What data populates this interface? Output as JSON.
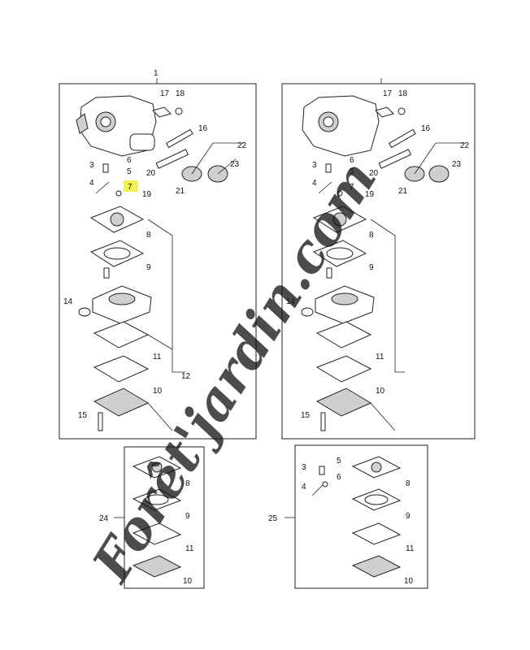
{
  "watermark": {
    "text": "Forêt'jardin.com",
    "colors": {
      "green": "#b8d98a",
      "orange": "#f2c27a",
      "accent": "#e8e070"
    }
  },
  "highlight": {
    "label": "7",
    "color": "#f2f25a"
  },
  "panel_left": {
    "header": "1",
    "labels": [
      "17",
      "18",
      "16",
      "22",
      "3",
      "6",
      "5",
      "20",
      "23",
      "4",
      "19",
      "21",
      "8",
      "9",
      "14",
      "11",
      "12",
      "10",
      "15"
    ]
  },
  "panel_right": {
    "labels": [
      "17",
      "18",
      "16",
      "22",
      "3",
      "6",
      "5",
      "20",
      "23",
      "4",
      "7",
      "19",
      "21",
      "8",
      "9",
      "14",
      "11",
      "10",
      "15"
    ]
  },
  "kit_24": {
    "header": "24",
    "labels": [
      "8",
      "9",
      "11",
      "10"
    ]
  },
  "kit_25": {
    "header": "25",
    "labels": [
      "3",
      "5",
      "6",
      "4",
      "8",
      "9",
      "11",
      "10"
    ]
  }
}
